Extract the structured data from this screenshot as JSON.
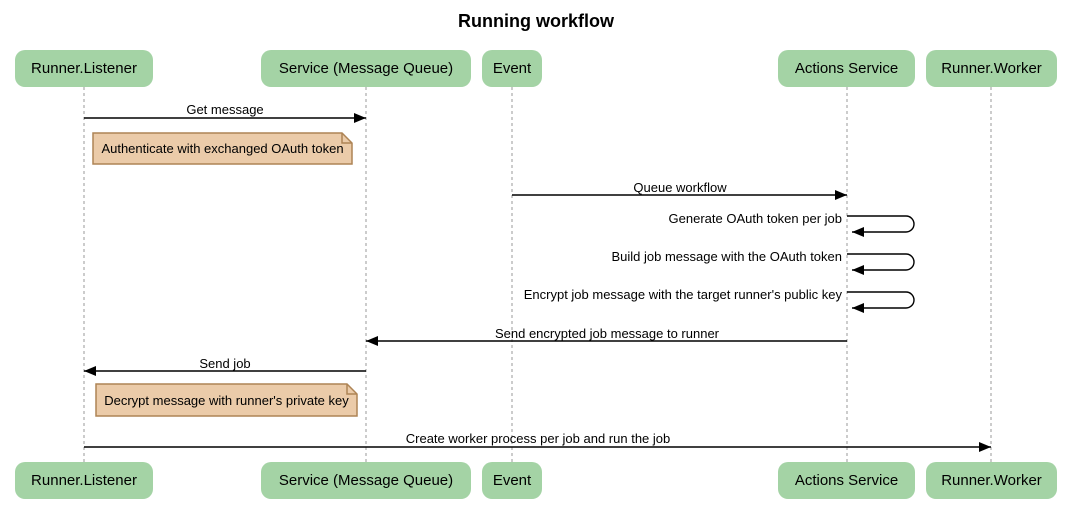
{
  "title": "Running workflow",
  "colors": {
    "actor_fill": "#a4d3a5",
    "actor_text": "#000000",
    "note_fill": "#ebcba9",
    "note_border": "#ae8455",
    "lifeline": "#999999",
    "arrow": "#000000",
    "background": "#ffffff"
  },
  "participants": [
    {
      "name": "runner-listener",
      "label": "Runner.Listener"
    },
    {
      "name": "service-message-queue",
      "label": "Service (Message Queue)"
    },
    {
      "name": "event",
      "label": "Event"
    },
    {
      "name": "actions-service",
      "label": "Actions Service"
    },
    {
      "name": "runner-worker",
      "label": "Runner.Worker"
    }
  ],
  "messages": [
    {
      "type": "arrow",
      "from": "Runner.Listener",
      "to": "Service (Message Queue)",
      "label": "Get message"
    },
    {
      "type": "note",
      "over": "Runner.Listener",
      "label": "Authenticate with exchanged OAuth token"
    },
    {
      "type": "arrow",
      "from": "Event",
      "to": "Actions Service",
      "label": "Queue workflow"
    },
    {
      "type": "self",
      "actor": "Actions Service",
      "label": "Generate OAuth token per job"
    },
    {
      "type": "self",
      "actor": "Actions Service",
      "label": "Build job message with the OAuth token"
    },
    {
      "type": "self",
      "actor": "Actions Service",
      "label": "Encrypt job message with the target runner's public key"
    },
    {
      "type": "arrow",
      "from": "Actions Service",
      "to": "Service (Message Queue)",
      "label": "Send encrypted job message to runner"
    },
    {
      "type": "arrow",
      "from": "Service (Message Queue)",
      "to": "Runner.Listener",
      "label": "Send job"
    },
    {
      "type": "note",
      "over": "Runner.Listener",
      "label": "Decrypt message with runner's private key"
    },
    {
      "type": "arrow",
      "from": "Runner.Listener",
      "to": "Runner.Worker",
      "label": "Create worker process per job and run the job"
    }
  ]
}
